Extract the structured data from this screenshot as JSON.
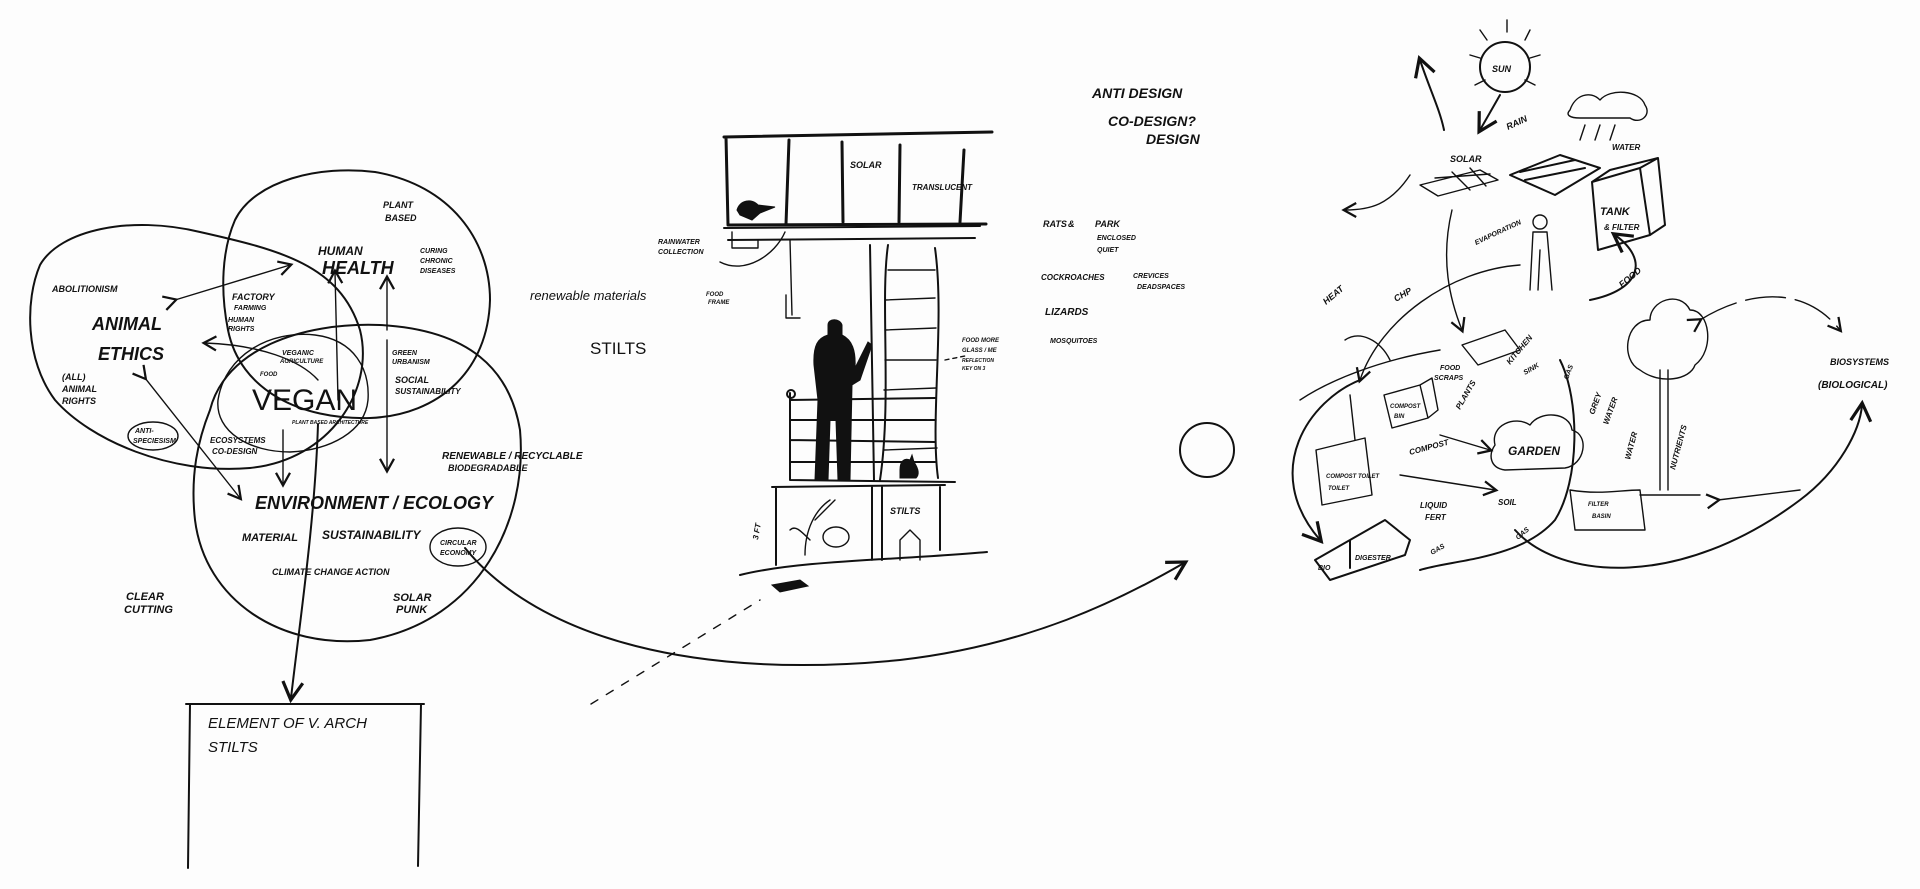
{
  "venn": {
    "abolitionism": "ABOLITIONISM",
    "animal": "ANIMAL",
    "ethics": "ETHICS",
    "all": "(ALL)",
    "animal_rights_1": "ANIMAL",
    "animal_rights_2": "RIGHTS",
    "anti_1": "ANTI-",
    "anti_2": "SPECIESISM",
    "factory_1": "FACTORY",
    "factory_2": "FARMING",
    "human_rights_1": "HUMAN",
    "human_rights_2": "RIGHTS",
    "human": "HUMAN",
    "health": "HEALTH",
    "plant": "PLANT",
    "based": "BASED",
    "curing_1": "CURING",
    "curing_2": "CHRONIC",
    "curing_3": "DISEASES",
    "veganic_1": "VEGANIC",
    "veganic_2": "AGRICULTURE",
    "food": "FOOD",
    "vegan": "VEGAN",
    "pba": "PLANT BASED ARCHITECTURE",
    "green_1": "GREEN",
    "green_2": "URBANISM",
    "social_1": "SOCIAL",
    "social_2": "SUSTAINABILITY",
    "eco_1": "ECOSYSTEMS",
    "eco_2": "CO-DESIGN",
    "renew_1": "RENEWABLE / RECYCLABLE",
    "renew_2": "BIODEGRADABLE",
    "environment": "ENVIRONMENT / ECOLOGY",
    "material": "MATERIAL",
    "sustainability": "SUSTAINABILITY",
    "circular_1": "CIRCULAR",
    "circular_2": "ECONOMY",
    "climate": "CLIMATE CHANGE ACTION",
    "clear_1": "CLEAR",
    "clear_2": "CUTTING",
    "solar_1": "SOLAR",
    "solar_2": "PUNK"
  },
  "notes": {
    "renewable_materials": "renewable materials",
    "stilts": "STILTS",
    "box_line1": "ELEMENT OF V. ARCH",
    "box_line2": "STILTS",
    "anti_design": "ANTI DESIGN",
    "co_design": "CO-DESIGN?",
    "design": "DESIGN",
    "rats": "RATS",
    "rats_sym": "&",
    "park": "PARK",
    "enclosed": "ENCLOSED",
    "quiet": "QUIET",
    "cockroaches": "COCKROACHES",
    "crevices": "CREVICES",
    "deadspaces": "DEADSPACES",
    "lizards": "LIZARDS",
    "mosquitoes": "MOSQUITOES"
  },
  "building": {
    "solar": "SOLAR",
    "translucent": "TRANSLUCENT",
    "rain_1": "RAINWATER",
    "rain_2": "COLLECTION",
    "food_1": "FOOD",
    "food_2": "FRAME",
    "note_1": "FOOD MORE",
    "note_2": "GLASS / ME",
    "note_3": "REFLECTION",
    "note_4": "KEY ON 3",
    "height": "3 FT",
    "stilts": "STILTS"
  },
  "ecosystem": {
    "sun": "SUN",
    "solar": "SOLAR",
    "rain": "RAIN",
    "water": "WATER",
    "tank_1": "TANK",
    "tank_2": "& FILTER",
    "evaporation": "EVAPORATION",
    "heat": "HEAT",
    "chp": "CHP",
    "food": "FOOD",
    "kitchen": "KITCHEN",
    "food_scraps_1": "FOOD",
    "food_scraps_2": "SCRAPS",
    "compost_bin_1": "COMPOST",
    "compost_bin_2": "BIN",
    "plants": "PLANTS",
    "sink": "SINK",
    "gas_1": "GAS",
    "grey_1": "GREY",
    "grey_2": "WATER",
    "water_2": "WATER",
    "nutrients": "NUTRIENTS",
    "garden": "GARDEN",
    "compost": "COMPOST",
    "toilet_1": "COMPOST TOILET",
    "toilet_2": "TOILET",
    "soil": "SOIL",
    "liquid_1": "LIQUID",
    "liquid_2": "FERT",
    "bio_1": "BIO",
    "bio_2": "DIGESTER",
    "gas_2": "GAS",
    "gas_3": "GAS",
    "basin_1": "FILTER",
    "basin_2": "BASIN",
    "biosystems_1": "BIOSYSTEMS",
    "biosystems_2": "(BIOLOGICAL)"
  }
}
